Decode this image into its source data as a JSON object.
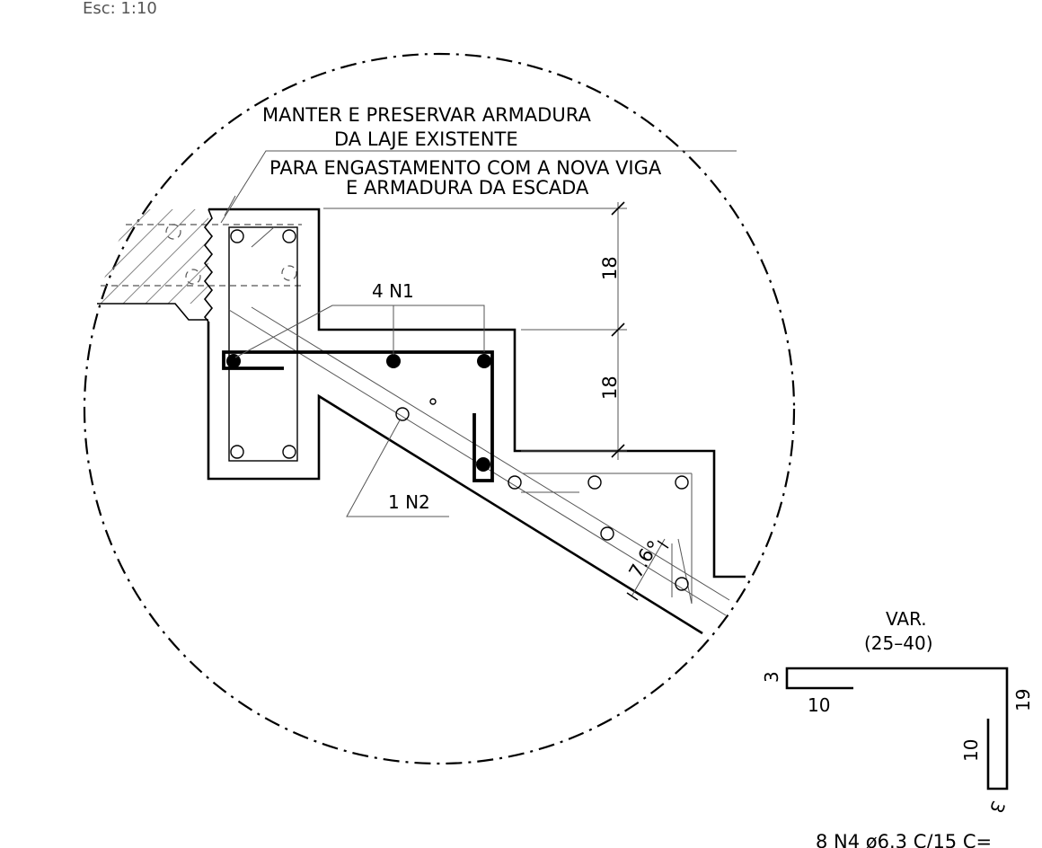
{
  "drawing": {
    "scale_label": "Esc:  1:10",
    "note_line_1": "MANTER E PRESERVAR ARMADURA",
    "note_line_2": "DA LAJE EXISTENTE",
    "note_line_3": "PARA ENGASTAMENTO COM A NOVA VIGA",
    "note_line_4": "E ARMADURA DA ESCADA",
    "dim_upper": "18",
    "dim_lower": "18",
    "label_n1": "4  N1",
    "label_n2": "1  N2",
    "dim_slab": "7.6",
    "bar_detail": {
      "var_label": "VAR.",
      "var_range": "(25–40)",
      "dim_3_top": "3",
      "dim_10_horizontal": "10",
      "dim_19": "19",
      "dim_10_vertical": "10",
      "dim_3_bottom": "3",
      "spec": "8  N4  ø6.3  C/15  C="
    }
  }
}
